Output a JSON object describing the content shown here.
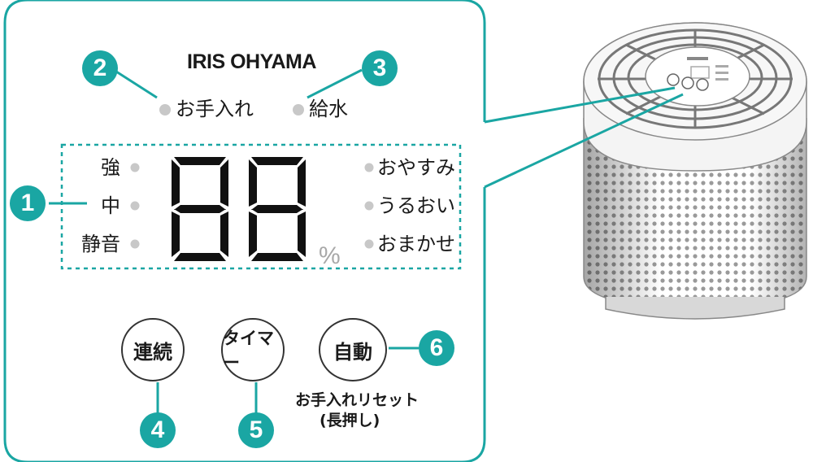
{
  "panel": {
    "brand": "IRIS OHYAMA",
    "indicators": {
      "maintenance": "お手入れ",
      "water": "給水"
    },
    "fan_levels": [
      "強",
      "中",
      "静音"
    ],
    "modes": [
      "おやすみ",
      "うるおい",
      "おまかせ"
    ],
    "display_digits": "88",
    "unit": "%",
    "buttons": {
      "continuous": "連続",
      "timer": "タイマー",
      "auto": "自動"
    },
    "auto_note_line1": "お手入れリセット",
    "auto_note_line2": "(長押し)"
  },
  "callouts": [
    "1",
    "2",
    "3",
    "4",
    "5",
    "6"
  ],
  "colors": {
    "accent": "#1aa6a3",
    "dots": "#c8c8c8",
    "digits": "#111111",
    "device": "#ffffff"
  }
}
